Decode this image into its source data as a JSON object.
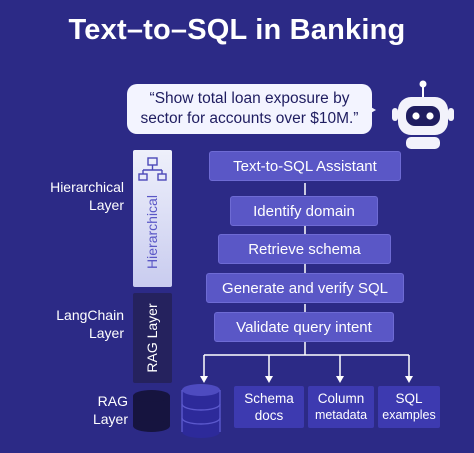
{
  "title": "Text–to–SQL in Banking",
  "query_bubble": {
    "line1": "“Show total loan exposure by",
    "line2": "sector for accounts over $10M.”"
  },
  "flow_steps": [
    "Text-to-SQL Assistant",
    "Identify domain",
    "Retrieve schema",
    "Generate and verify SQL",
    "Validate query intent"
  ],
  "layers": {
    "hierarchical": {
      "label_line1": "Hierarchical",
      "label_line2": "Layer",
      "pillar": "Hierarchical"
    },
    "langchain": {
      "label_line1": "LangChain",
      "label_line2": "Layer",
      "pillar": "RAG Layer"
    },
    "rag": {
      "label_line1": "RAG",
      "label_line2": "Layer"
    }
  },
  "outputs": [
    {
      "line1": "Schema",
      "line2": "docs"
    },
    {
      "line1": "Column",
      "line2": "metadata"
    },
    {
      "line1": "SQL",
      "line2": "examples"
    }
  ],
  "colors": {
    "background": "#2c2a86",
    "step_box": "#5a57c6",
    "bubble": "#f3f4ff",
    "pillar_light": "#d7d9f4",
    "pillar_dark": "#26235f",
    "database": "#16143f",
    "leaf_box": "#3d3ab0"
  },
  "icons": [
    "robot-icon",
    "hierarchy-icon",
    "database-icon",
    "arrow-down-icon"
  ]
}
